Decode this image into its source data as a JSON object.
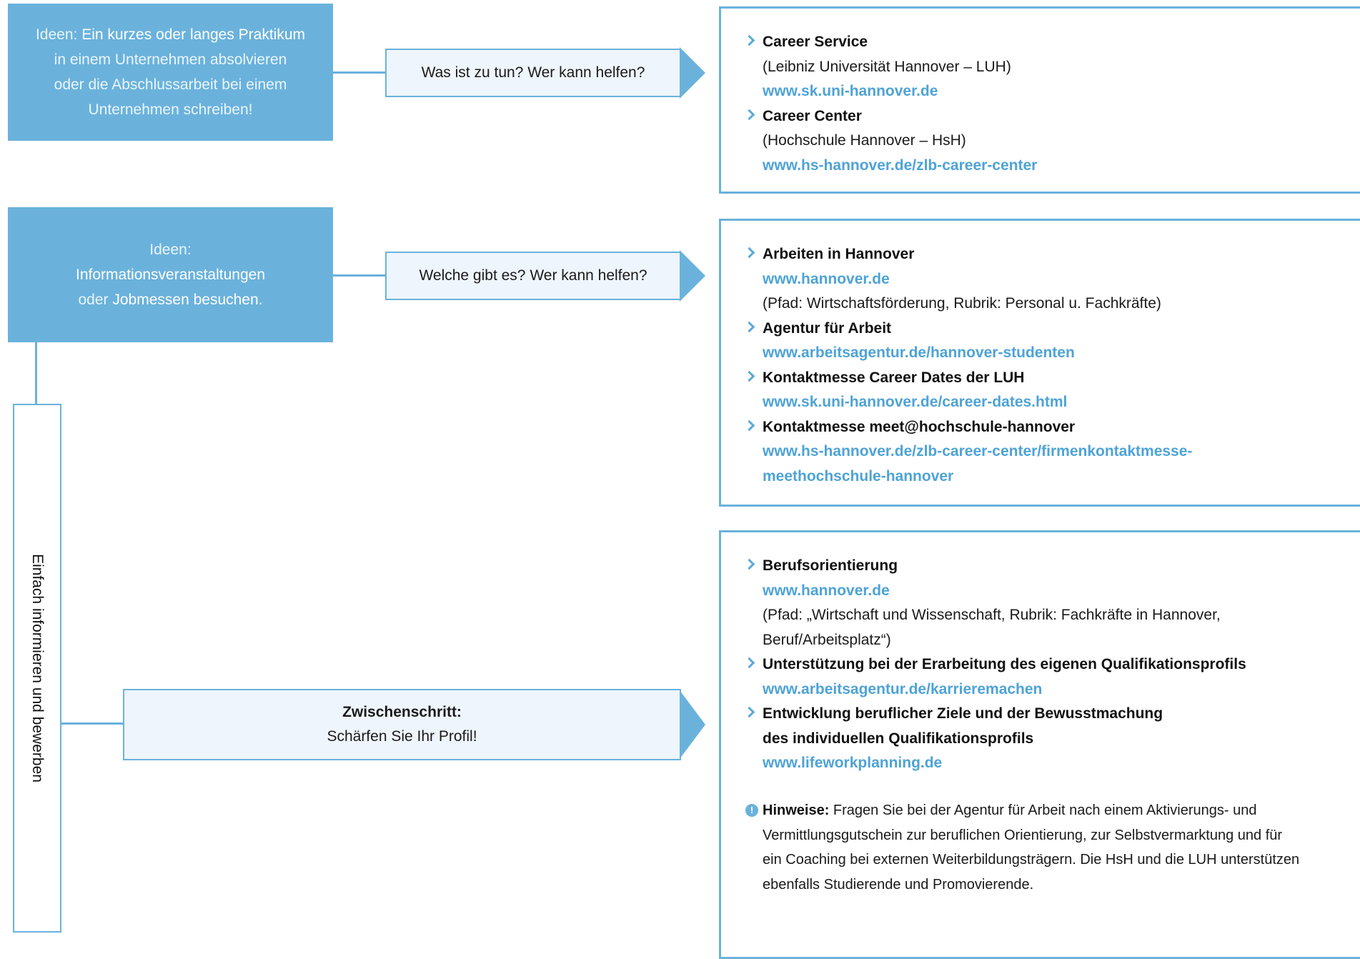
{
  "side_label": "Einfach informieren und bewerben",
  "rows": [
    {
      "idea": {
        "prefix": "Ideen: ",
        "highlight": "Ein kurzes oder langes Praktikum",
        "lines": [
          "in einem Unternehmen absolvieren",
          "oder die Abschlussarbeit bei einem",
          "Unternehmen schreiben!"
        ]
      },
      "question": "Was ist zu tun? Wer kann helfen?",
      "items": [
        {
          "title": "Career Service",
          "note": "(Leibniz Universität Hannover – LUH)",
          "link": "www.sk.uni-hannover.de"
        },
        {
          "title": "Career Center",
          "note": "(Hochschule Hannover – HsH)",
          "link": "www.hs-hannover.de/zlb-career-center"
        }
      ]
    },
    {
      "idea": {
        "line1": "Ideen:",
        "highlight1": "Informationsveranstaltungen",
        "mid": "oder ",
        "highlight2": "Jobmessen besuchen."
      },
      "question": "Welche gibt es? Wer kann helfen?",
      "items": [
        {
          "title": "Arbeiten in Hannover",
          "link": "www.hannover.de",
          "note": "(Pfad: Wirtschaftsförderung, Rubrik: Personal u. Fachkräfte)"
        },
        {
          "title": "Agentur für Arbeit",
          "link": "www.arbeitsagentur.de/hannover-studenten"
        },
        {
          "title": "Kontaktmesse Career Dates der LUH",
          "link": "www.sk.uni-hannover.de/career-dates.html"
        },
        {
          "title": "Kontaktmesse meet@hochschule-hannover",
          "link1": "www.hs-hannover.de/zlb-career-center/firmenkontaktmesse-",
          "link2": "meethochschule-hannover"
        }
      ]
    },
    {
      "question_title": "Zwischenschritt:",
      "question": "Schärfen Sie Ihr Profil!",
      "items": [
        {
          "title": "Berufsorientierung",
          "link": "www.hannover.de",
          "note1": "(Pfad: „Wirtschaft und Wissenschaft, Rubrik: Fachkräfte in Hannover,",
          "note2": "Beruf/Arbeitsplatz“)"
        },
        {
          "title": "Unterstützung bei der Erarbeitung des eigenen Qualifikationsprofils",
          "link": "www.arbeitsagentur.de/karrieremachen"
        },
        {
          "title1": "Entwicklung beruflicher Ziele und der Bewusstmachung",
          "title2": "des individuellen Qualifikationsprofils",
          "link": "www.lifeworkplanning.de"
        }
      ],
      "hint": {
        "icon": "info-icon",
        "label": "Hinweise:",
        "lines": [
          " Fragen Sie bei der Agentur für Arbeit nach einem Aktivierungs- und",
          "Vermittlungsgutschein zur beruflichen Orientierung, zur Selbstvermarktung und für",
          "ein Coaching bei externen Weiterbildungsträgern. Die HsH und die LUH unterstützen",
          "ebenfalls Studierende und Promovierende."
        ]
      }
    }
  ],
  "colors": {
    "accent": "#6ab2dc",
    "link": "#4ea3d6",
    "pale": "#eef5fc"
  }
}
